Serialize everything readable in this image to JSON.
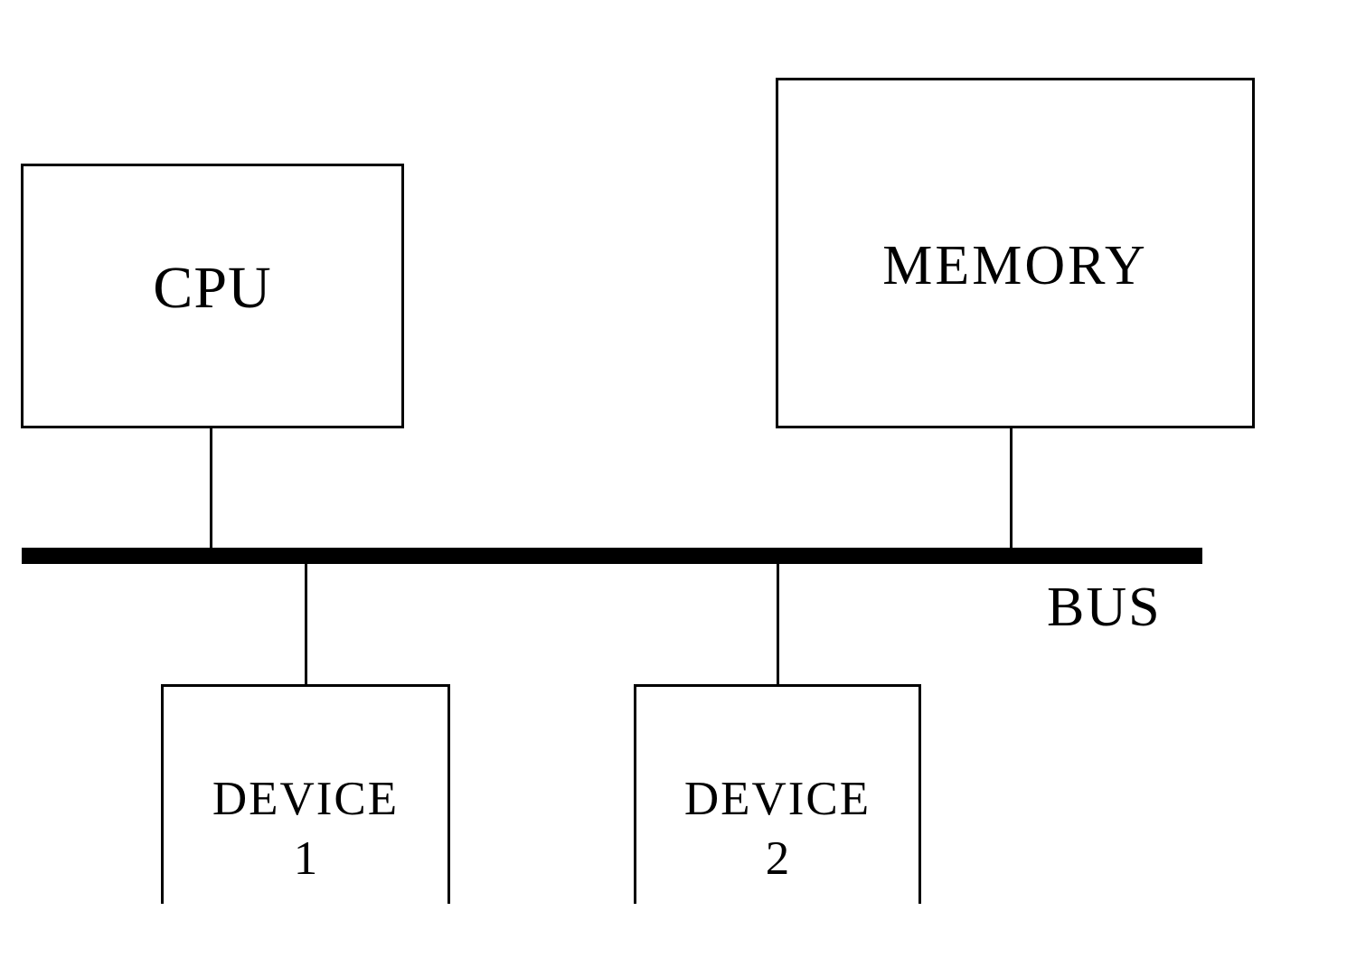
{
  "diagram": {
    "nodes": {
      "cpu": {
        "label": "CPU"
      },
      "memory": {
        "label": "MEMORY"
      },
      "device1": {
        "label": "DEVICE",
        "number": "1"
      },
      "device2": {
        "label": "DEVICE",
        "number": "2"
      }
    },
    "bus": {
      "label": "BUS"
    },
    "connections": [
      [
        "cpu",
        "bus"
      ],
      [
        "memory",
        "bus"
      ],
      [
        "bus",
        "device1"
      ],
      [
        "bus",
        "device2"
      ]
    ],
    "colors": {
      "line": "#000000",
      "background": "#ffffff"
    }
  }
}
